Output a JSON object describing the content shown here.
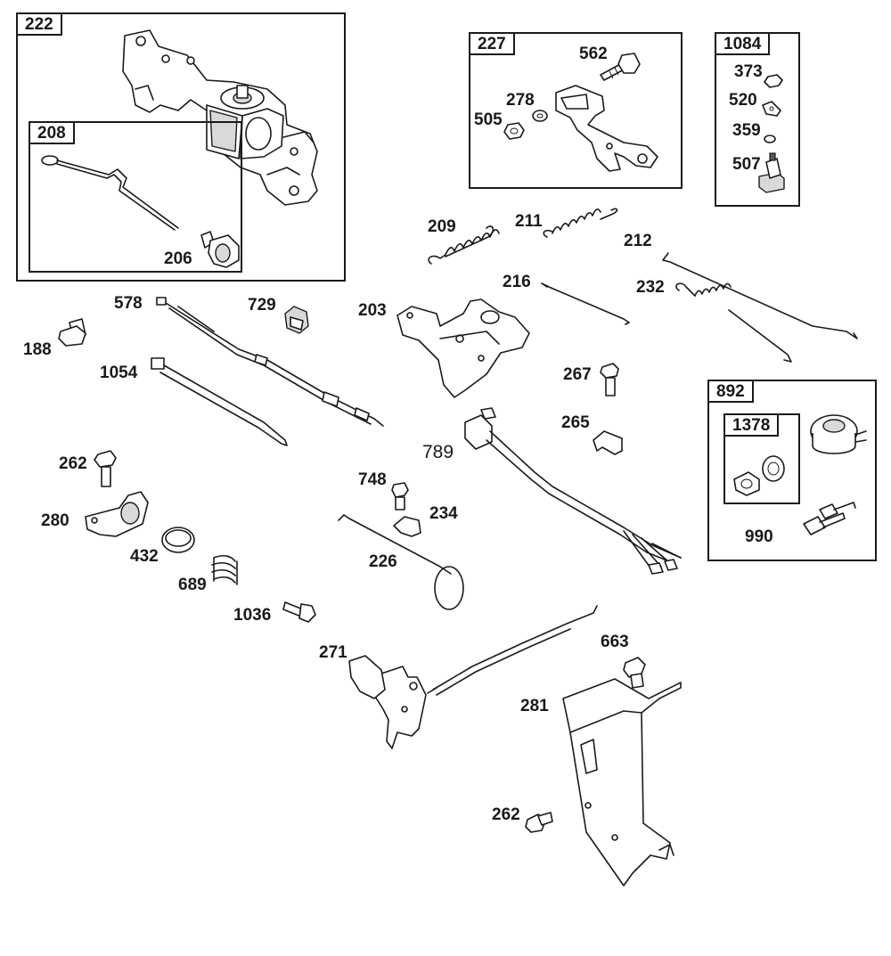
{
  "groups": {
    "g222": "222",
    "g208": "208",
    "g227": "227",
    "g1084": "1084",
    "g892": "892",
    "g1378": "1378"
  },
  "labels": {
    "p206": "206",
    "p562": "562",
    "p278": "278",
    "p505": "505",
    "p373": "373",
    "p520": "520",
    "p359": "359",
    "p507": "507",
    "p209": "209",
    "p211": "211",
    "p212": "212",
    "p216": "216",
    "p232": "232",
    "p578": "578",
    "p729": "729",
    "p203": "203",
    "p188": "188",
    "p1054": "1054",
    "p267": "267",
    "p265": "265",
    "p789": "789",
    "p262a": "262",
    "p748": "748",
    "p234": "234",
    "p280": "280",
    "p432": "432",
    "p226": "226",
    "p689": "689",
    "p1036": "1036",
    "p990": "990",
    "p663": "663",
    "p271": "271",
    "p281": "281",
    "p262b": "262"
  }
}
